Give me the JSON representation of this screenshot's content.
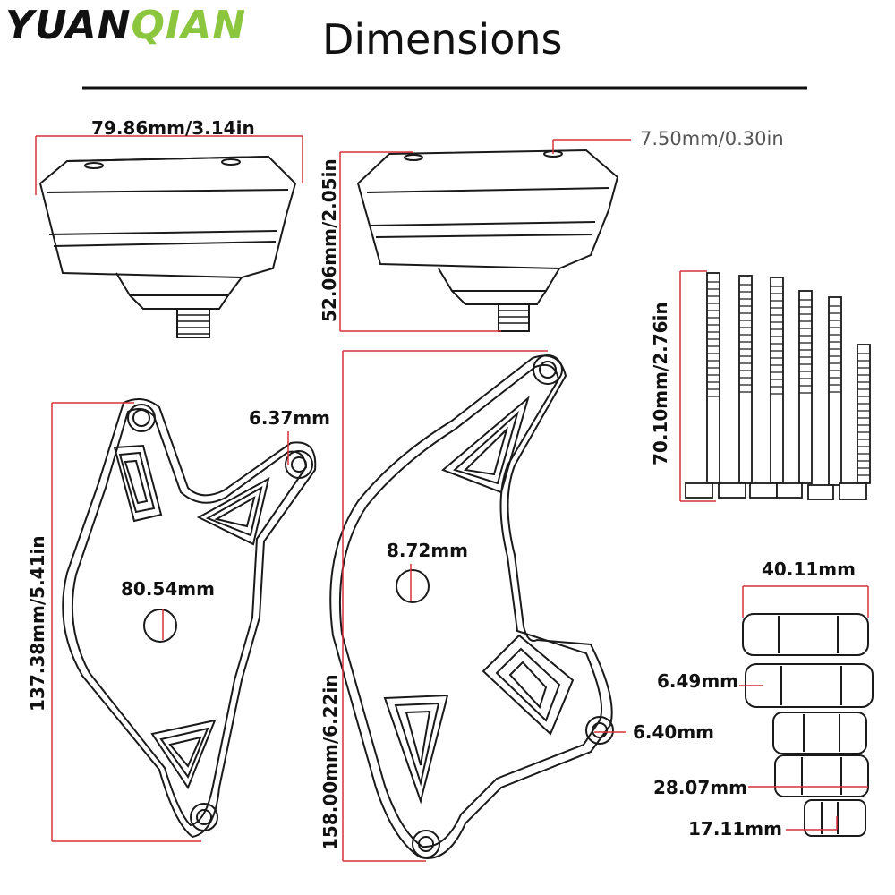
{
  "header": {
    "brand": "YUANQIAN",
    "brand_color": "#8cc63f",
    "title": "Dimensions"
  },
  "dimensions": {
    "slider_width": "79.86mm/3.14in",
    "slider_height": "52.06mm/2.05in",
    "slider_hole": "7.50mm/0.30in",
    "bolt_length": "70.10mm/2.76in",
    "left_plate_height": "137.38mm/5.41in",
    "left_plate_hole_top": "6.37mm",
    "left_plate_center": "80.54mm",
    "right_plate_height": "158.00mm/6.22in",
    "right_plate_center": "8.72mm",
    "right_plate_hole": "6.40mm",
    "spacer_length": "40.11mm",
    "spacer_diameter": "6.49mm",
    "spacer_medium": "28.07mm",
    "spacer_short": "17.11mm"
  },
  "colors": {
    "dimension_line": "#d9303a",
    "outline": "#1a1a1a"
  }
}
